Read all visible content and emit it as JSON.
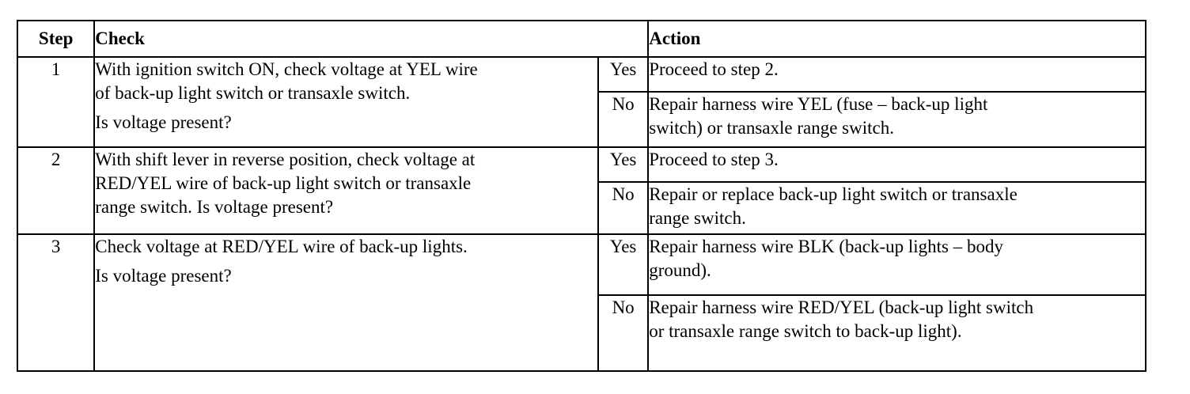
{
  "table": {
    "headers": {
      "step": "Step",
      "check": "Check",
      "action": "Action"
    },
    "rows": [
      {
        "step": "1",
        "check_lines": [
          "With ignition switch ON, check voltage at YEL wire",
          "of back-up light switch or transaxle switch."
        ],
        "question": "Is voltage present?",
        "yes_label": "Yes",
        "yes_action": "Proceed to step 2.",
        "no_label": "No",
        "no_action_lines": [
          "Repair harness wire YEL (fuse – back-up light",
          "switch) or transaxle range switch."
        ]
      },
      {
        "step": "2",
        "check_lines": [
          "With shift lever in reverse position, check voltage at",
          "RED/YEL wire of back-up light switch or transaxle",
          "range switch. Is voltage present?"
        ],
        "question": "",
        "yes_label": "Yes",
        "yes_action": "Proceed to step 3.",
        "no_label": "No",
        "no_action_lines": [
          "Repair or replace back-up light switch or transaxle",
          "range switch."
        ]
      },
      {
        "step": "3",
        "check_lines": [
          "Check voltage at RED/YEL wire of back-up lights."
        ],
        "question": "Is voltage present?",
        "yes_label": "Yes",
        "yes_action_lines": [
          "Repair harness wire BLK (back-up lights – body",
          "ground)."
        ],
        "no_label": "No",
        "no_action_lines": [
          "Repair harness wire RED/YEL (back-up light switch",
          "or transaxle range switch to back-up light)."
        ]
      }
    ]
  }
}
